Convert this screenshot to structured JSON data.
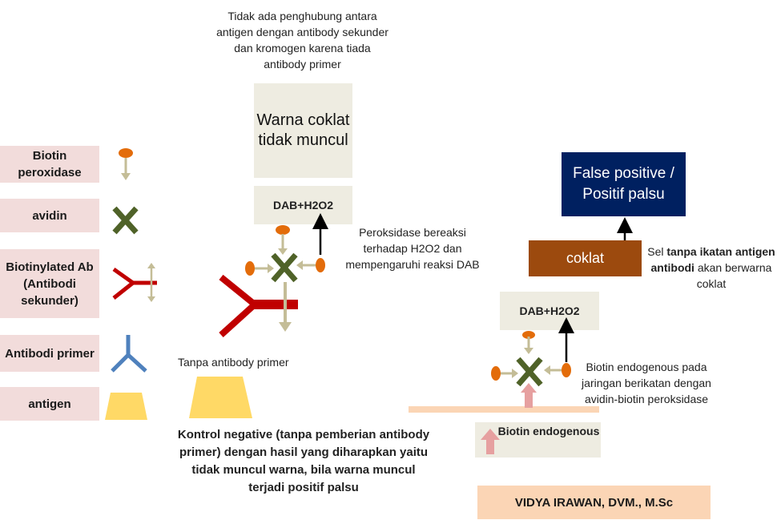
{
  "legend": {
    "biotin_peroxidase": "Biotin peroxidase",
    "avidin": "avidin",
    "biotinylated_ab": "Biotinylated Ab (Antibodi sekunder)",
    "antibodi_primer": "Antibodi primer",
    "antigen": "antigen"
  },
  "middle": {
    "top_note": "Tidak ada penghubung antara antigen dengan antibody sekunder dan kromogen karena tiada antibody primer",
    "result_box": "Warna coklat tidak muncul",
    "dab_label": "DAB+H2O2",
    "peroxidase_note": "Peroksidase bereaksi terhadap H2O2 dan mempengaruhi reaksi DAB",
    "no_primary_label": "Tanpa antibody primer",
    "conclusion": "Kontrol negative (tanpa pemberian antibody primer) dengan hasil yang diharapkan yaitu tidak muncul warna, bila warna muncul terjadi positif palsu"
  },
  "right": {
    "false_positive": "False positive / Positif palsu",
    "coklat": "coklat",
    "sel_note_pre": "Sel",
    "sel_note_bold": "tanpa ikatan antigen antibodi",
    "sel_note_post": "akan berwarna coklat",
    "dab_label": "DAB+H2O2",
    "endogenous_note": "Biotin endogenous pada jaringan berikatan dengan avidin-biotin peroksidase",
    "biotin_endogenous": "Biotin endogenous",
    "author": "VIDYA IRAWAN, DVM., M.Sc"
  },
  "colors": {
    "peroxidase_orange": "#e36c0a",
    "avidin_green": "#4f6228",
    "antibody_red": "#c00000",
    "primer_blue": "#4f81bd",
    "antigen_yellow": "#ffd966",
    "arrow_beige": "#c4bd97",
    "navy": "#002060",
    "brown": "#9c4a0e",
    "pink_arrow": "#e6a0a0"
  }
}
